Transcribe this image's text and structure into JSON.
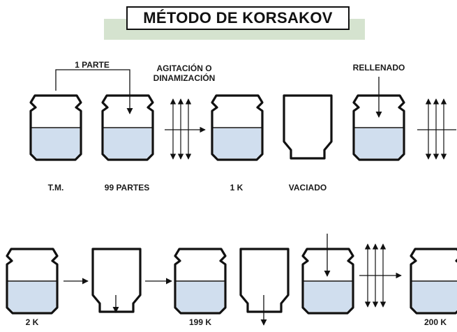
{
  "title": "MÉTODO DE KORSAKOV",
  "colors": {
    "liquid": "#d0deee",
    "title_band": "#d5e3cf",
    "stroke": "#111111"
  },
  "labels": {
    "one_part": "1 PARTE",
    "agitation_line1": "AGITACIÓN O",
    "agitation_line2": "DINAMIZACIÓN",
    "refill": "RELLENADO",
    "tm": "T.M.",
    "parts_99": "99 PARTES",
    "k1": "1 K",
    "emptied": "VACIADO",
    "k2": "2 K",
    "k199": "199 K",
    "k200": "200 K"
  },
  "vials": [
    {
      "id": "vial-tm",
      "filled": true
    },
    {
      "id": "vial-99-parts",
      "filled": true
    },
    {
      "id": "vial-1k",
      "filled": true
    },
    {
      "id": "vial-emptied",
      "filled": false
    },
    {
      "id": "vial-refill",
      "filled": true
    },
    {
      "id": "vial-2k",
      "filled": true
    },
    {
      "id": "vial-emptied-2",
      "filled": false
    },
    {
      "id": "vial-199k",
      "filled": true
    },
    {
      "id": "vial-emptied-3",
      "filled": false
    },
    {
      "id": "vial-refill-2",
      "filled": true
    },
    {
      "id": "vial-200k",
      "filled": true
    }
  ]
}
